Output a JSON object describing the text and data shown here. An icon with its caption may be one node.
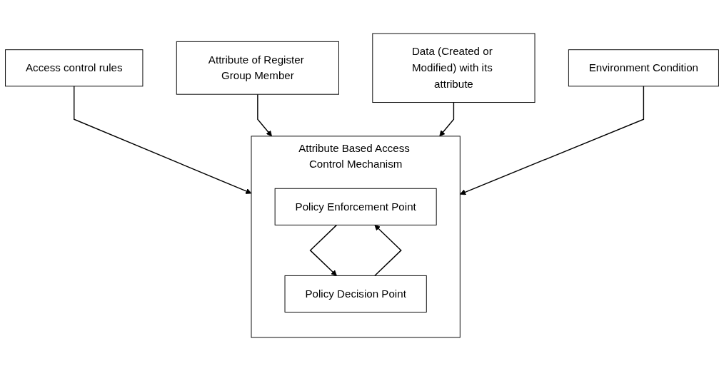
{
  "diagram": {
    "nodes": [
      {
        "text": [
          "Access control rules"
        ]
      },
      {
        "text": [
          "Attribute Based Access Control Mechanism"
        ]
      },
      {
        "text": [
          "Policy Enforcement Point"
        ],
        "in": 1
      },
      {
        "text": [
          "Policy Decision Point"
        ],
        "in": 1
      },
      {
        "text": [
          "Attribute of Register Group Member"
        ]
      },
      {
        "text": [
          "Data (Created or Modified) with its attribute"
        ]
      },
      {
        "text": [
          "Environment Condition"
        ]
      }
    ],
    "edges": [
      {
        "from": 0,
        "to": 1,
        "arrow": "to"
      },
      {
        "from": 4,
        "to": 1,
        "arrow": "to"
      },
      {
        "from": 2,
        "to": 3,
        "arrow": "to"
      },
      {
        "from": 3,
        "to": 2,
        "arrow": "to"
      },
      {
        "from": 5,
        "to": 1,
        "arrow": "to"
      },
      {
        "from": 6,
        "to": 1,
        "arrow": "to"
      }
    ]
  }
}
